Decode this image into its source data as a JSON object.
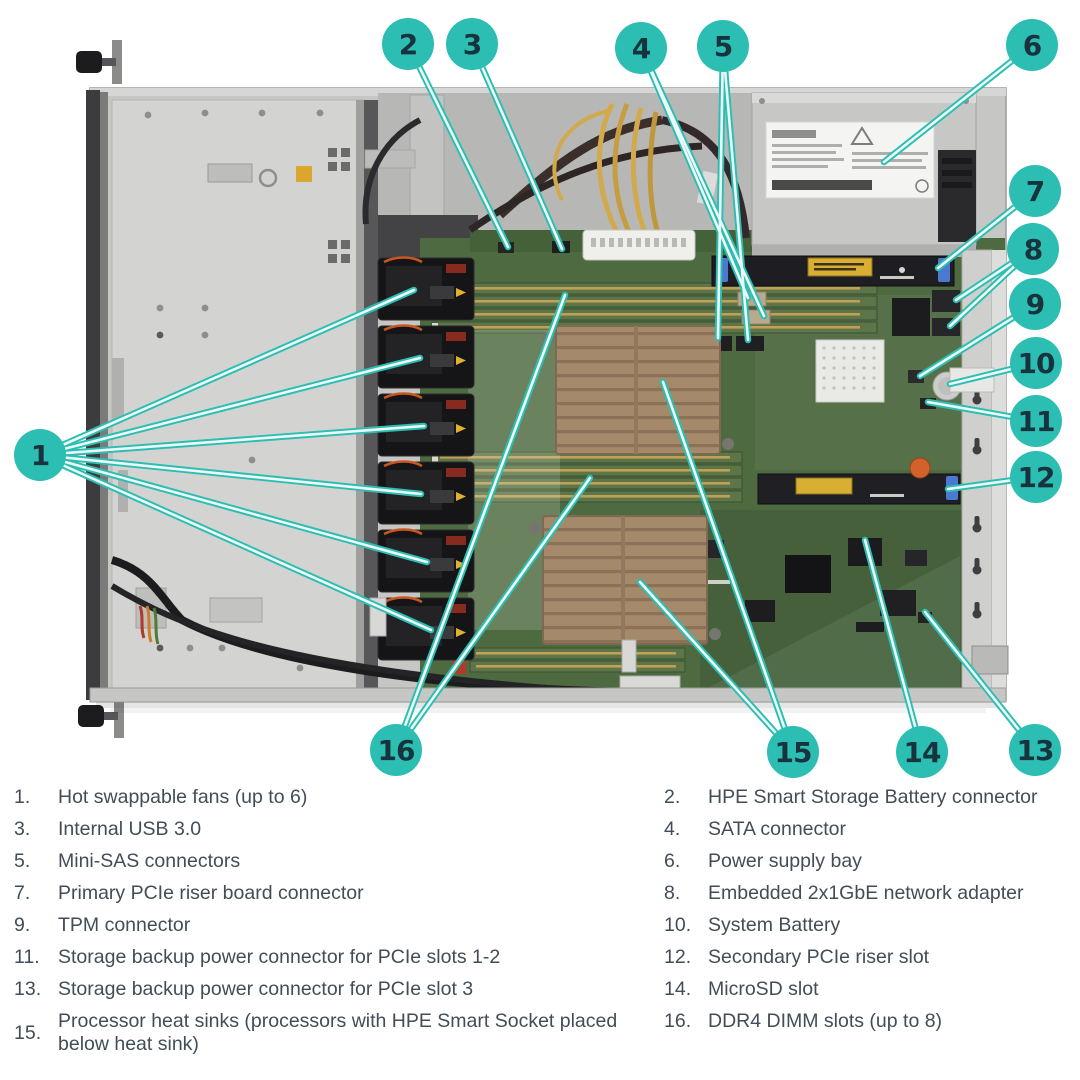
{
  "callouts": [
    {
      "num": "1"
    },
    {
      "num": "2"
    },
    {
      "num": "3"
    },
    {
      "num": "4"
    },
    {
      "num": "5"
    },
    {
      "num": "6"
    },
    {
      "num": "7"
    },
    {
      "num": "8"
    },
    {
      "num": "9"
    },
    {
      "num": "10"
    },
    {
      "num": "11"
    },
    {
      "num": "12"
    },
    {
      "num": "13"
    },
    {
      "num": "14"
    },
    {
      "num": "15"
    },
    {
      "num": "16"
    }
  ],
  "legend": {
    "left": [
      {
        "num": "1.",
        "label": "Hot swappable fans (up to 6)"
      },
      {
        "num": "3.",
        "label": "Internal USB 3.0"
      },
      {
        "num": "5.",
        "label": "Mini-SAS connectors"
      },
      {
        "num": "7.",
        "label": "Primary PCIe riser board connector"
      },
      {
        "num": "9.",
        "label": "TPM connector"
      },
      {
        "num": "11.",
        "label": "Storage backup power connector for PCIe slots 1-2"
      },
      {
        "num": "13.",
        "label": "Storage backup power connector for PCIe slot 3"
      },
      {
        "num": "15.",
        "label": "Processor heat sinks (processors with HPE Smart Socket placed below heat sink)"
      }
    ],
    "right": [
      {
        "num": "2.",
        "label": "HPE Smart Storage Battery connector"
      },
      {
        "num": "4.",
        "label": "SATA connector"
      },
      {
        "num": "6.",
        "label": "Power supply bay"
      },
      {
        "num": "8.",
        "label": "Embedded 2x1GbE network adapter"
      },
      {
        "num": "10.",
        "label": "System Battery"
      },
      {
        "num": "12.",
        "label": "Secondary PCIe riser slot"
      },
      {
        "num": "14.",
        "label": "MicroSD slot"
      },
      {
        "num": "16.",
        "label": "DDR4 DIMM slots (up to 8)"
      }
    ]
  },
  "colors": {
    "callout_teal": "#2cbeb2",
    "callout_number": "#17333e",
    "legend_text": "#424d57",
    "leader_line_core": "#eef9f7",
    "leader_line_rail": "#2cbeb2"
  }
}
